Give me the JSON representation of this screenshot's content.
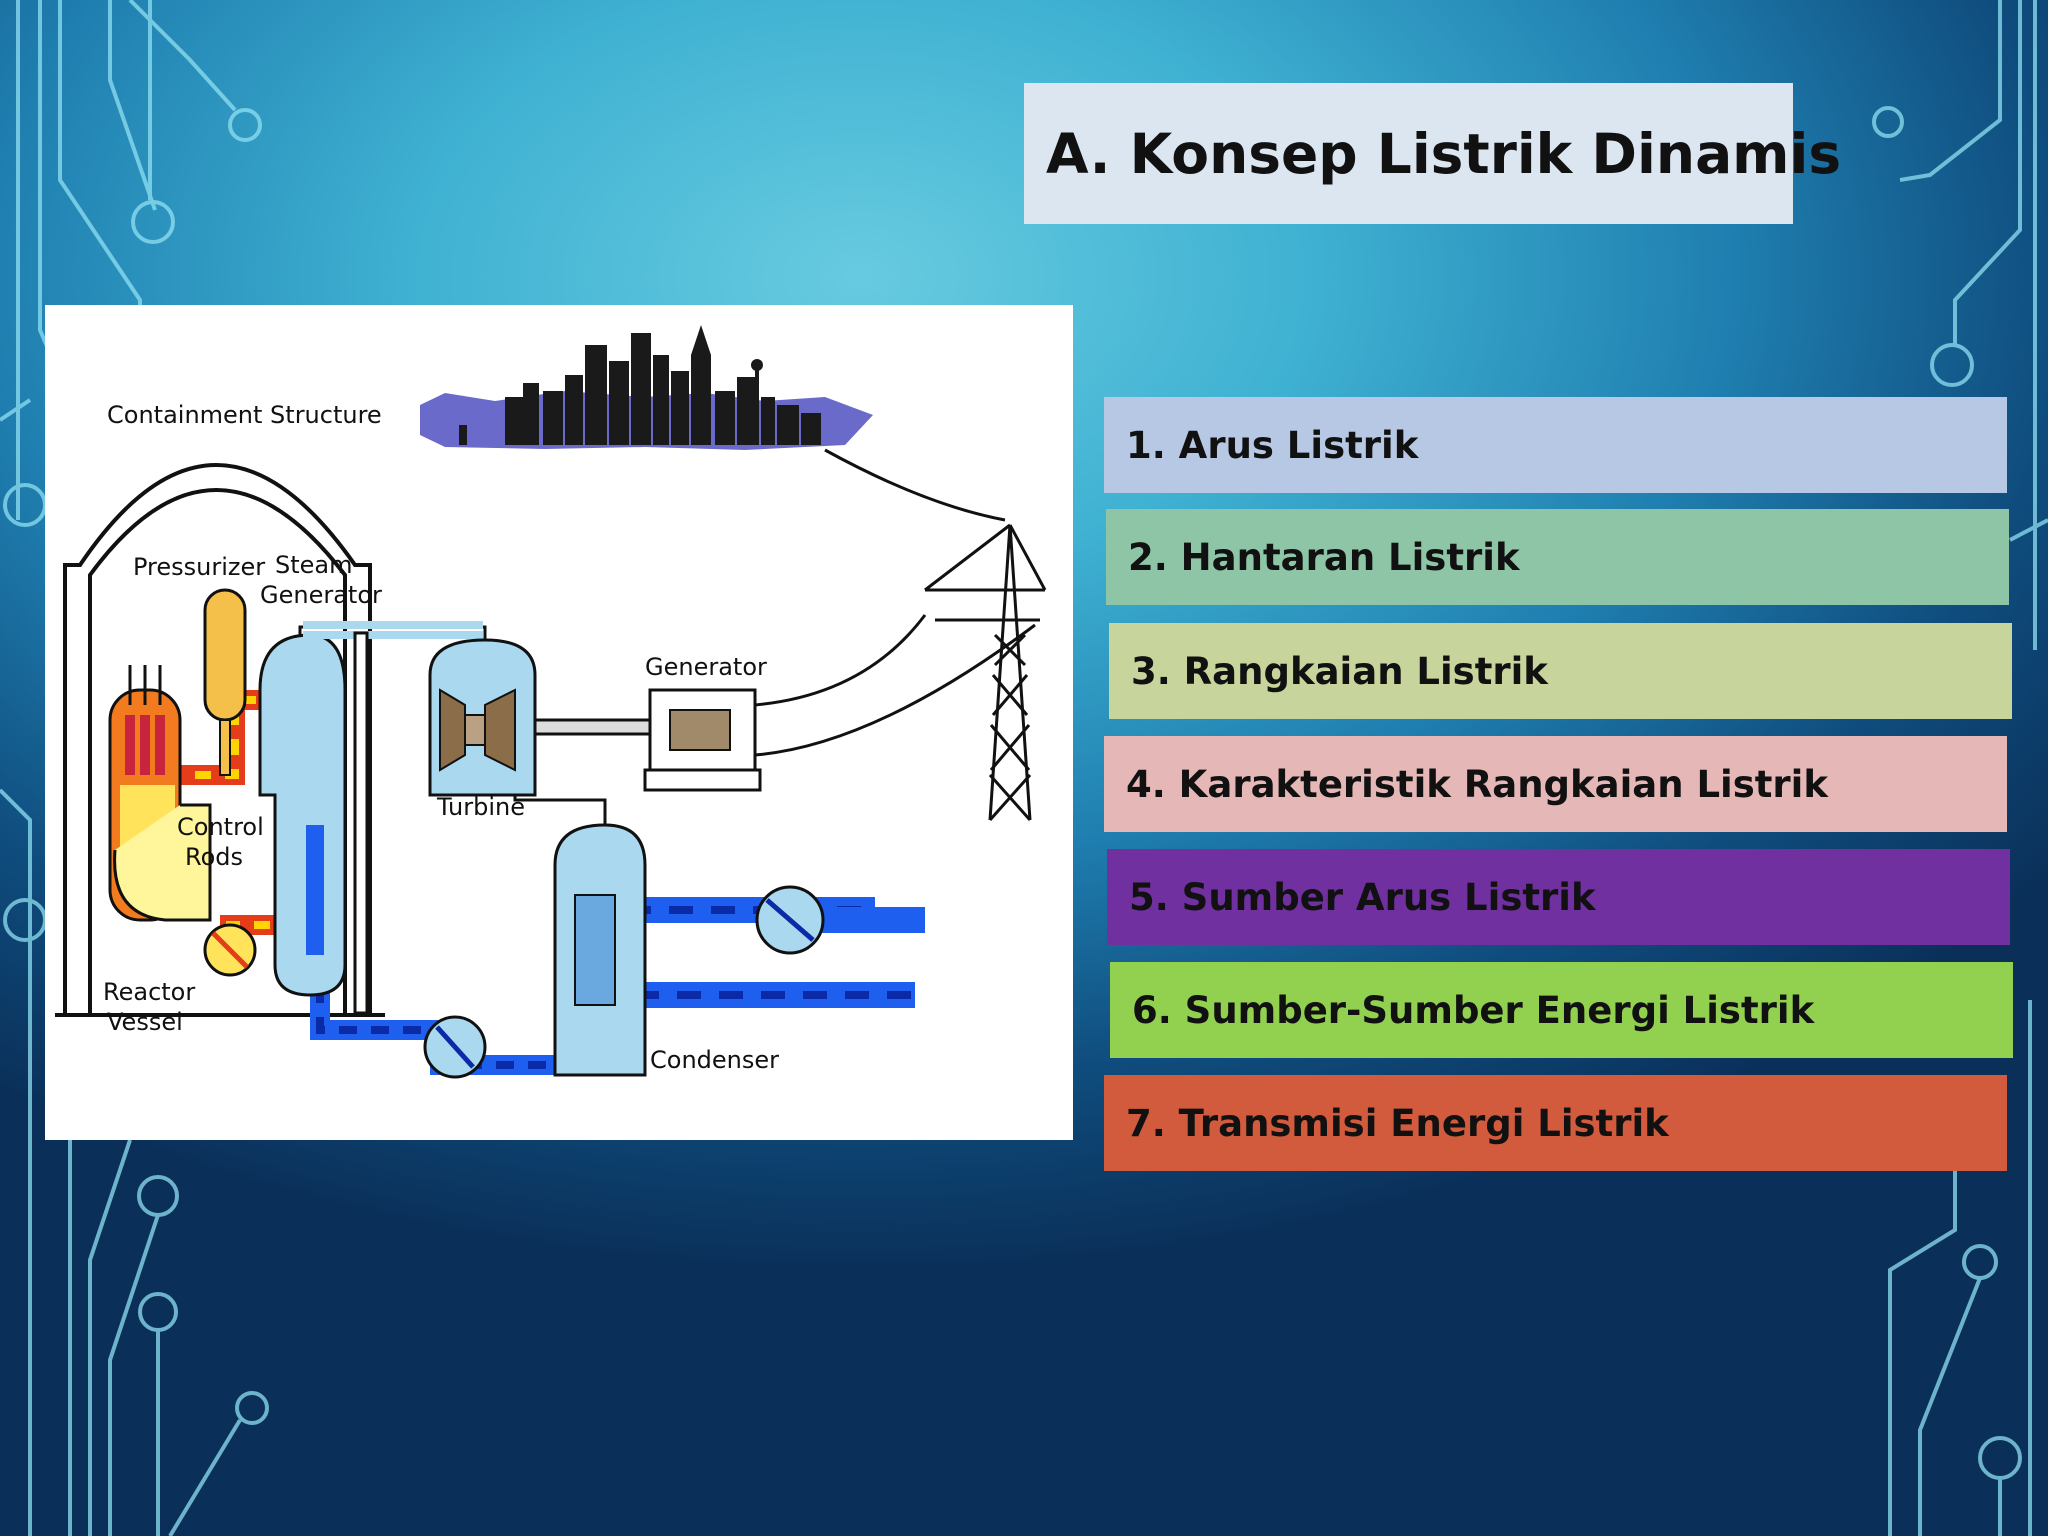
{
  "slide": {
    "title": "A. Konsep Listrik Dinamis"
  },
  "colors": {
    "title_bg": "#dbe6f0",
    "item_1": "#b7c8e4",
    "item_2": "#8ec5a6",
    "item_3": "#c7d59d",
    "item_4": "#e5b8b7",
    "item_5": "#7030a0",
    "item_6": "#92d050",
    "item_7": "#d25b3d"
  },
  "menu": {
    "items": [
      {
        "label": "1. Arus Listrik"
      },
      {
        "label": "2. Hantaran Listrik"
      },
      {
        "label": "3. Rangkaian Listrik"
      },
      {
        "label": "4. Karakteristik Rangkaian Listrik"
      },
      {
        "label": "5. Sumber Arus Listrik"
      },
      {
        "label": "6. Sumber-Sumber Energi Listrik"
      },
      {
        "label": "7. Transmisi Energi Listrik"
      }
    ]
  },
  "diagram": {
    "labels": {
      "containment": "Containment Structure",
      "pressurizer": "Pressurizer",
      "steam": "Steam",
      "generator_steam": "Generator",
      "generator": "Generator",
      "turbine": "Turbine",
      "control": "Control",
      "rods": "Rods",
      "reactor": "Reactor",
      "vessel": "Vessel",
      "condenser": "Condenser"
    }
  }
}
